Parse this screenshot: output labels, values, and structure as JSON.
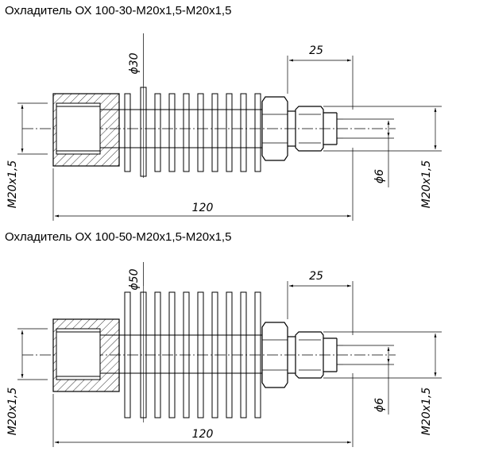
{
  "drawings": [
    {
      "title": "Охладитель ОХ 100-30-М20х1,5-М20х1,5",
      "labels": {
        "fin_diameter": "ϕ30",
        "nipple_length": "25",
        "total_length": "120",
        "bore_diameter": "ϕ6",
        "thread_left": "M20x1,5",
        "thread_right": "M20x1,5"
      }
    },
    {
      "title": "Охладитель ОХ 100-50-М20х1,5-М20х1,5",
      "labels": {
        "fin_diameter": "ϕ50",
        "nipple_length": "25",
        "total_length": "120",
        "bore_diameter": "ϕ6",
        "thread_left": "M20x1,5",
        "thread_right": "M20x1,5"
      }
    }
  ],
  "colors": {
    "line": "#000000",
    "background": "#ffffff"
  }
}
